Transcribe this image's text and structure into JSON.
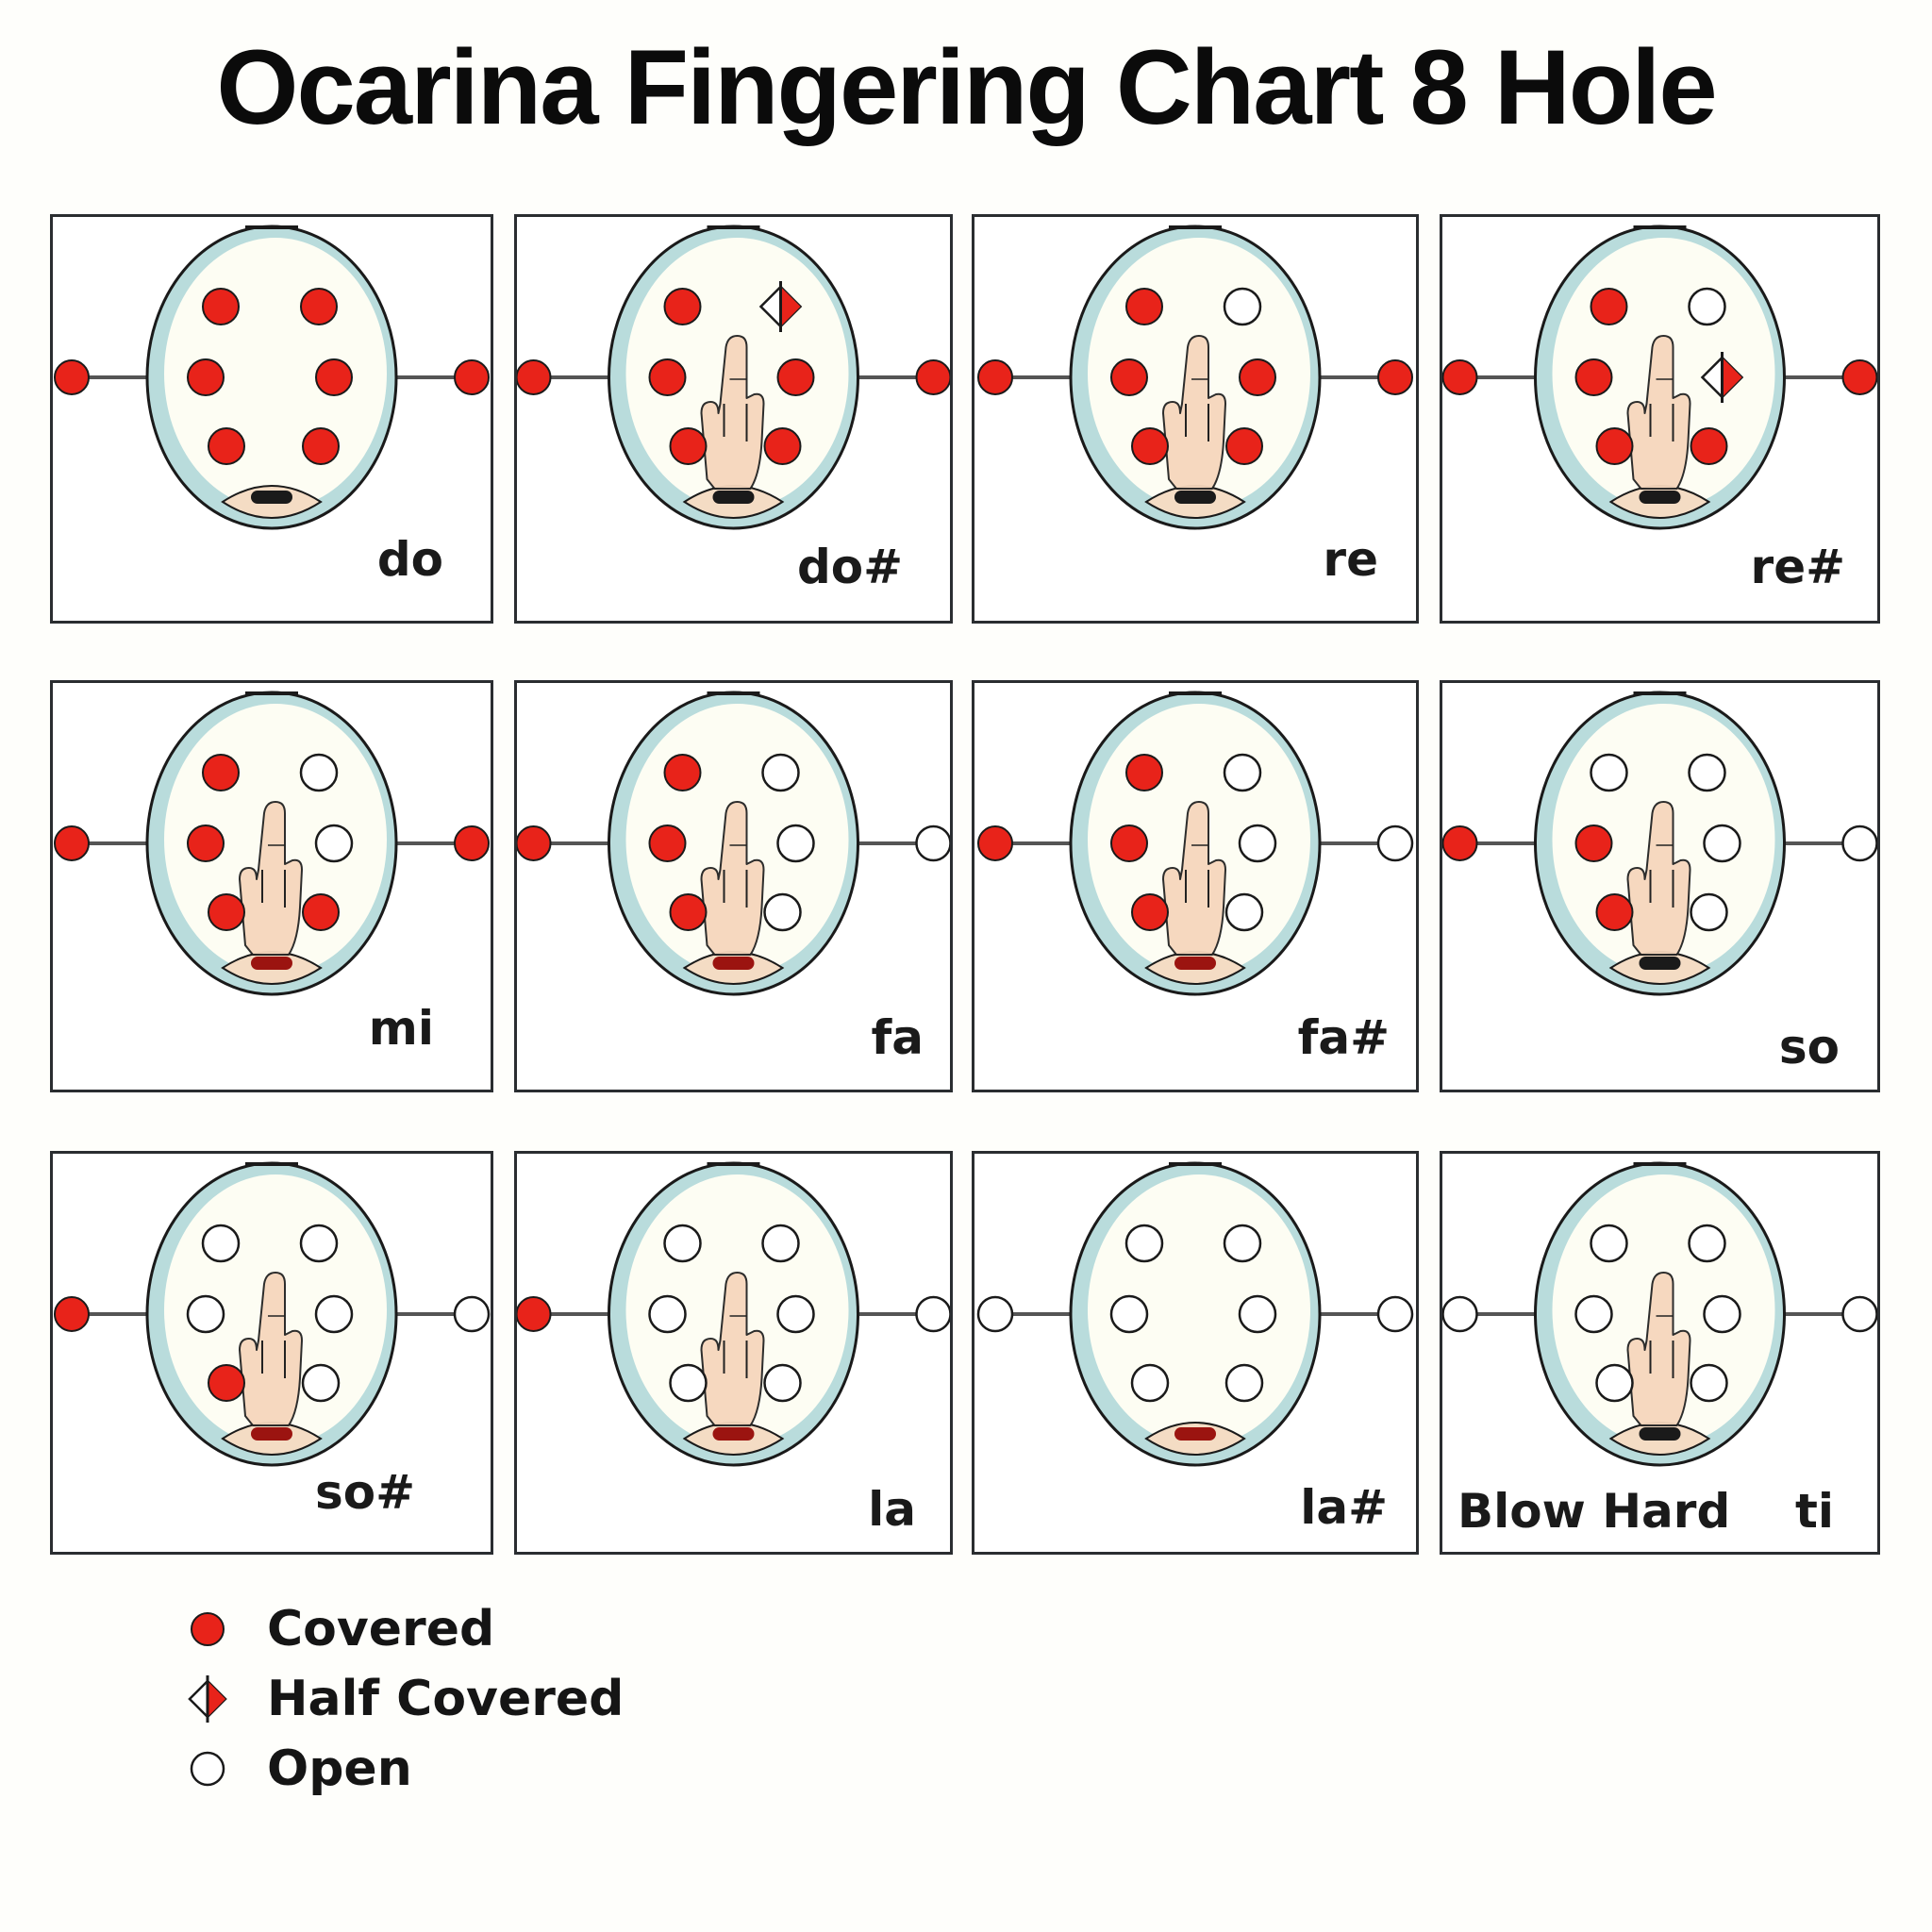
{
  "title": "Ocarina Fingering Chart 8 Hole",
  "colors": {
    "covered": "#e8231a",
    "half": "#e8231a",
    "open_fill": "#ffffff",
    "outline": "#1a1a1a",
    "body_fill": "#fdfdf3",
    "rim": "#b9dcdc",
    "mouth_dark": "#1a1a1a",
    "mouth_red": "#9b1410",
    "hand": "#f6d7bd"
  },
  "hole_order": [
    "top_left",
    "top_right",
    "mid_left",
    "mid_right",
    "bottom_left",
    "bottom_right",
    "side_left",
    "side_right"
  ],
  "cells": [
    {
      "note": "do",
      "extra": "",
      "hand": false,
      "mouth": "dark",
      "holes": {
        "top_left": "covered",
        "top_right": "covered",
        "mid_left": "covered",
        "mid_right": "covered",
        "bottom_left": "covered",
        "bottom_right": "covered",
        "side_left": "covered",
        "side_right": "covered"
      }
    },
    {
      "note": "do#",
      "extra": "",
      "hand": true,
      "mouth": "dark",
      "holes": {
        "top_left": "covered",
        "top_right": "half",
        "mid_left": "covered",
        "mid_right": "covered",
        "bottom_left": "covered",
        "bottom_right": "covered",
        "side_left": "covered",
        "side_right": "covered"
      }
    },
    {
      "note": "re",
      "extra": "",
      "hand": true,
      "mouth": "dark",
      "holes": {
        "top_left": "covered",
        "top_right": "open",
        "mid_left": "covered",
        "mid_right": "covered",
        "bottom_left": "covered",
        "bottom_right": "covered",
        "side_left": "covered",
        "side_right": "covered"
      }
    },
    {
      "note": "re#",
      "extra": "",
      "hand": true,
      "mouth": "dark",
      "holes": {
        "top_left": "covered",
        "top_right": "open",
        "mid_left": "covered",
        "mid_right": "half",
        "bottom_left": "covered",
        "bottom_right": "covered",
        "side_left": "covered",
        "side_right": "covered"
      }
    },
    {
      "note": "mi",
      "extra": "",
      "hand": true,
      "mouth": "red",
      "holes": {
        "top_left": "covered",
        "top_right": "open",
        "mid_left": "covered",
        "mid_right": "open",
        "bottom_left": "covered",
        "bottom_right": "covered",
        "side_left": "covered",
        "side_right": "covered"
      }
    },
    {
      "note": "fa",
      "extra": "",
      "hand": true,
      "mouth": "red",
      "holes": {
        "top_left": "covered",
        "top_right": "open",
        "mid_left": "covered",
        "mid_right": "open",
        "bottom_left": "covered",
        "bottom_right": "open",
        "side_left": "covered",
        "side_right": "open"
      }
    },
    {
      "note": "fa#",
      "extra": "",
      "hand": true,
      "mouth": "red",
      "holes": {
        "top_left": "covered",
        "top_right": "open",
        "mid_left": "covered",
        "mid_right": "open",
        "bottom_left": "covered",
        "bottom_right": "open",
        "side_left": "covered",
        "side_right": "open"
      }
    },
    {
      "note": "so",
      "extra": "",
      "hand": true,
      "mouth": "dark",
      "holes": {
        "top_left": "open",
        "top_right": "open",
        "mid_left": "covered",
        "mid_right": "open",
        "bottom_left": "covered",
        "bottom_right": "open",
        "side_left": "covered",
        "side_right": "open"
      }
    },
    {
      "note": "so#",
      "extra": "",
      "hand": true,
      "mouth": "red",
      "holes": {
        "top_left": "open",
        "top_right": "open",
        "mid_left": "open",
        "mid_right": "open",
        "bottom_left": "covered",
        "bottom_right": "open",
        "side_left": "covered",
        "side_right": "open"
      }
    },
    {
      "note": "la",
      "extra": "",
      "hand": true,
      "mouth": "red",
      "holes": {
        "top_left": "open",
        "top_right": "open",
        "mid_left": "open",
        "mid_right": "open",
        "bottom_left": "open",
        "bottom_right": "open",
        "side_left": "covered",
        "side_right": "open"
      }
    },
    {
      "note": "la#",
      "extra": "",
      "hand": false,
      "mouth": "red",
      "holes": {
        "top_left": "open",
        "top_right": "open",
        "mid_left": "open",
        "mid_right": "open",
        "bottom_left": "open",
        "bottom_right": "open",
        "side_left": "open",
        "side_right": "open"
      }
    },
    {
      "note": "ti",
      "extra": "Blow Hard",
      "hand": true,
      "mouth": "dark",
      "holes": {
        "top_left": "open",
        "top_right": "open",
        "mid_left": "open",
        "mid_right": "open",
        "bottom_left": "open",
        "bottom_right": "open",
        "side_left": "open",
        "side_right": "open"
      }
    }
  ],
  "legend": [
    {
      "state": "covered",
      "label": "Covered"
    },
    {
      "state": "half",
      "label": "Half Covered"
    },
    {
      "state": "open",
      "label": "Open"
    }
  ]
}
